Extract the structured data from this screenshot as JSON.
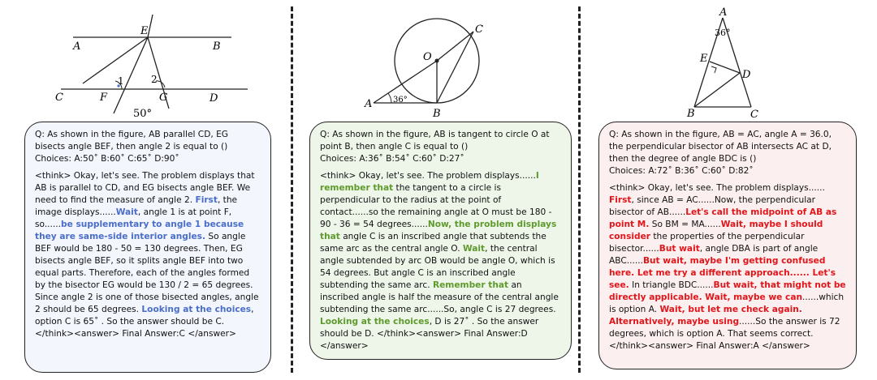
{
  "panel1": {
    "figure": {
      "points": {
        "A": "A",
        "B": "B",
        "C": "C",
        "D": "D",
        "E": "E",
        "F": "F",
        "G": "G"
      },
      "angle1": "1",
      "angle2": "2",
      "angle_value": "50°"
    },
    "question": "Q: As shown in the figure, AB parallel CD, EG bisects angle BEF, then angle 2 is equal to ()",
    "choices": "Choices: A:50˚ B:60˚ C:65˚ D:90˚",
    "reasoning": [
      {
        "t": "<think> Okay, let's see. The problem displays that AB is parallel to CD, and EG bisects angle BEF. We need to find the measure of angle 2. ",
        "s": ""
      },
      {
        "t": "First",
        "s": "hl"
      },
      {
        "t": ", the image displays......",
        "s": ""
      },
      {
        "t": "Wait",
        "s": "hl"
      },
      {
        "t": ", angle 1 is at point F, so......",
        "s": ""
      },
      {
        "t": "be supplementary to angle 1 because they are same-side interior angles.",
        "s": "hl"
      },
      {
        "t": " So angle BEF would be 180 - 50 = 130 degrees. Then, EG bisects angle BEF, so it splits angle BEF into two equal parts. Therefore, each of the angles formed by the bisector EG would be 130 / 2 = 65 degrees. Since angle 2 is one of those bisected angles, angle 2 should be 65 degrees. ",
        "s": ""
      },
      {
        "t": "Looking at the choices",
        "s": "hl"
      },
      {
        "t": ", option C is 65˚ . So the answer should be C. </think><answer> Final Answer:C </answer>",
        "s": ""
      }
    ]
  },
  "panel2": {
    "figure": {
      "points": {
        "A": "A",
        "B": "B",
        "C": "C",
        "O": "O"
      },
      "angle_value": "36°"
    },
    "question": "Q: As shown in the figure, AB is tangent to circle O at point B, then angle C is equal to ()",
    "choices": "Choices: A:36˚ B:54˚ C:60˚ D:27˚",
    "reasoning": [
      {
        "t": "<think> Okay, let's see. The problem displays......",
        "s": ""
      },
      {
        "t": "I remember that",
        "s": "hl"
      },
      {
        "t": " the tangent to a circle is perpendicular to the radius at the point of contact......so the remaining angle at O must be 180 - 90 - 36 = 54 degrees......",
        "s": ""
      },
      {
        "t": "Now, the problem displays that",
        "s": "hl"
      },
      {
        "t": " angle C is an inscribed angle that subtends the same arc as the central angle O. ",
        "s": ""
      },
      {
        "t": "Wait",
        "s": "hl"
      },
      {
        "t": ", the central angle subtended by arc OB would be angle O, which is 54 degrees. But angle C is an inscribed angle subtending the same arc. ",
        "s": ""
      },
      {
        "t": "Remember that",
        "s": "hl"
      },
      {
        "t": " an inscribed angle is half the measure of the central angle subtending the same arc......So, angle C is 27 degrees. ",
        "s": ""
      },
      {
        "t": "Looking at the choices",
        "s": "hl"
      },
      {
        "t": ", D is 27˚ . So the answer should be D. </think><answer> Final Answer:D </answer>",
        "s": ""
      }
    ]
  },
  "panel3": {
    "figure": {
      "points": {
        "A": "A",
        "B": "B",
        "C": "C",
        "D": "D",
        "E": "E"
      },
      "angle_value": "36°"
    },
    "question": "Q: As shown in the figure, AB = AC, angle A = 36.0, the perpendicular bisector of AB intersects AC at D, then the degree of angle BDC is ()",
    "choices": "Choices: A:72˚ B:36˚ C:60˚ D:82˚",
    "reasoning": [
      {
        "t": "<think> Okay, let's see. The problem displays...... ",
        "s": ""
      },
      {
        "t": "First",
        "s": "hl"
      },
      {
        "t": ", since AB = AC......Now, the perpendicular bisector of AB......",
        "s": ""
      },
      {
        "t": "Let's call the midpoint of AB as point M.",
        "s": "hl"
      },
      {
        "t": " So BM = MA......",
        "s": ""
      },
      {
        "t": "Wait, maybe I should consider",
        "s": "hl"
      },
      {
        "t": " the properties of the perpendicular bisector......",
        "s": ""
      },
      {
        "t": "But wait",
        "s": "hl"
      },
      {
        "t": ", angle DBA is part of angle ABC......",
        "s": ""
      },
      {
        "t": "But wait, maybe I'm getting confused here. Let me try a different approach...... Let's see.",
        "s": "hl"
      },
      {
        "t": " In triangle BDC......",
        "s": ""
      },
      {
        "t": "But wait, that might not be directly applicable. Wait, maybe we can",
        "s": "hl"
      },
      {
        "t": "......which is option A. ",
        "s": ""
      },
      {
        "t": "Wait, but let me check again. Alternatively, maybe using",
        "s": "hl"
      },
      {
        "t": "......So the answer is 72 degrees, which is option A. That seems correct. </think><answer> Final Answer:A </answer>",
        "s": ""
      }
    ]
  },
  "colors": {
    "blue": "#4a6ec8",
    "green": "#5e9a2c",
    "red": "#e0161b"
  }
}
